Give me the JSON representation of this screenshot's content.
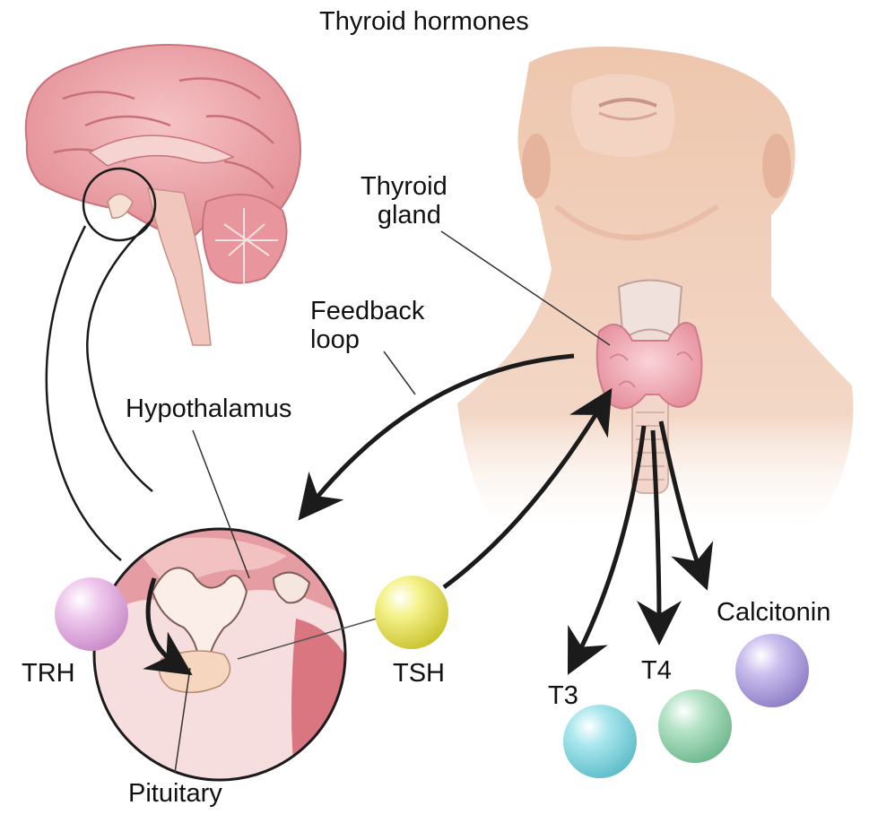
{
  "title": "Thyroid hormones",
  "labels": {
    "thyroid_gland_line1": "Thyroid",
    "thyroid_gland_line2": "gland",
    "feedback_line1": "Feedback",
    "feedback_line2": "loop",
    "hypothalamus": "Hypothalamus",
    "pituitary": "Pituitary",
    "trh": "TRH",
    "tsh": "TSH",
    "t3": "T3",
    "t4": "T4",
    "calcitonin": "Calcitonin"
  },
  "colors": {
    "trh_sphere": "#e7b5e6",
    "tsh_sphere": "#f0ec6a",
    "t3_sphere": "#8fdde6",
    "t4_sphere": "#9ed9b6",
    "calcitonin_sphere": "#b7a8e3",
    "brain": "#eba3a8",
    "skin": "#f1cdb8",
    "thyroid": "#f0a8b2",
    "arrow": "#1b1b1b"
  }
}
